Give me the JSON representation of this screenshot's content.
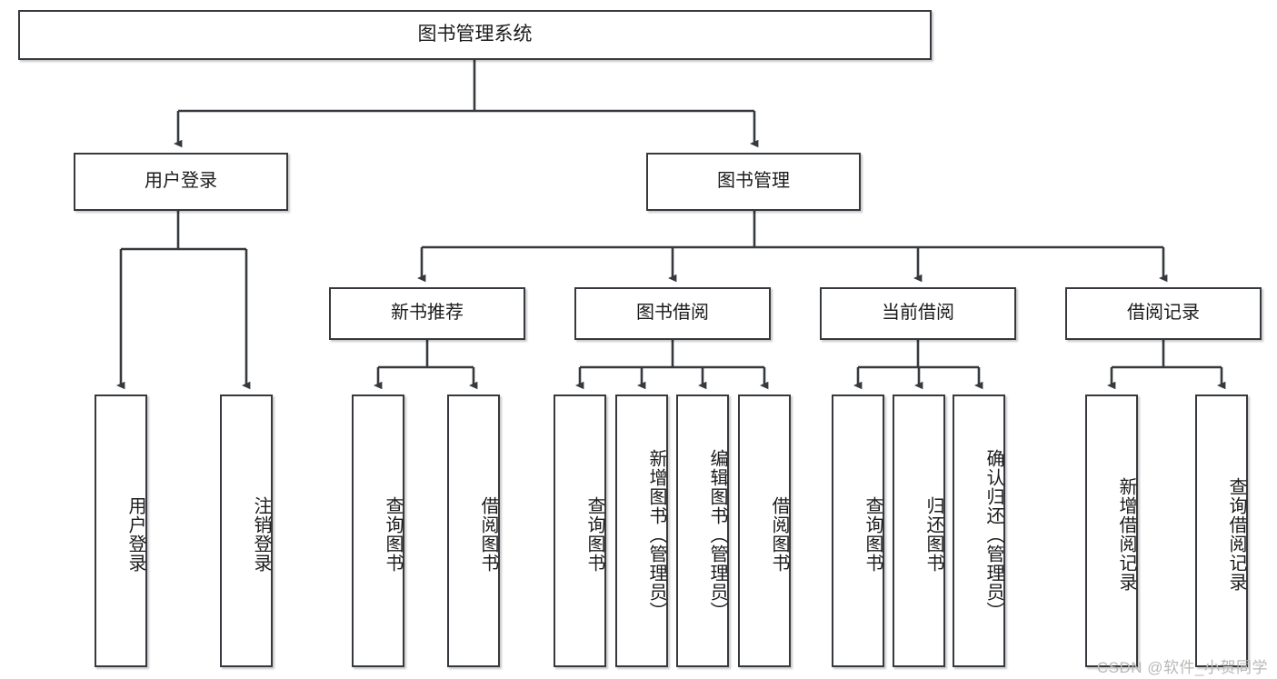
{
  "diagram": {
    "type": "tree",
    "title": "图书管理系统",
    "watermark": "CSDN @软件_小贺同学",
    "accent_color": "#36393d",
    "background_color": "#ffffff",
    "nodes": {
      "root": {
        "label": "图书管理系统"
      },
      "level1": [
        {
          "label": "用户登录"
        },
        {
          "label": "图书管理"
        }
      ],
      "level2": [
        {
          "label": "新书推荐"
        },
        {
          "label": "图书借阅"
        },
        {
          "label": "当前借阅"
        },
        {
          "label": "借阅记录"
        }
      ],
      "leaves": {
        "user_login": [
          {
            "label": "用户登录"
          },
          {
            "label": "注销登录"
          }
        ],
        "new_book": [
          {
            "label": "查询图书"
          },
          {
            "label": "借阅图书"
          }
        ],
        "book_borrow": [
          {
            "label": "查询图书"
          },
          {
            "label": "新增图书（管理员）"
          },
          {
            "label": "编辑图书（管理员）"
          },
          {
            "label": "借阅图书"
          }
        ],
        "current_borrow": [
          {
            "label": "查询图书"
          },
          {
            "label": "归还图书"
          },
          {
            "label": "确认归还（管理员）"
          }
        ],
        "borrow_record": [
          {
            "label": "新增借阅记录"
          },
          {
            "label": "查询借阅记录"
          }
        ]
      }
    }
  }
}
